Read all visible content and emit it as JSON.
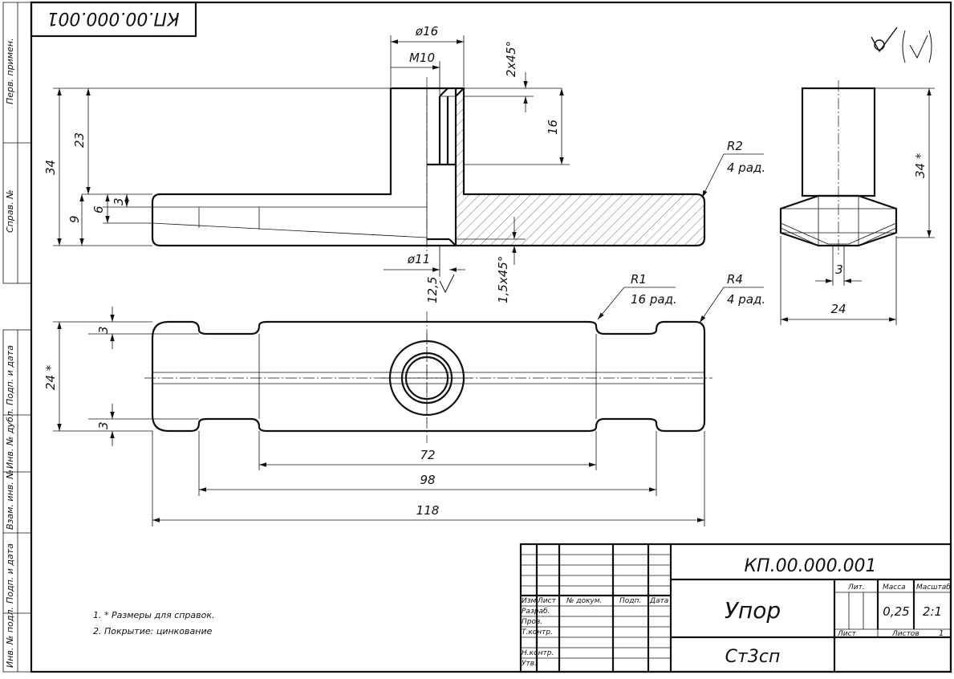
{
  "designation": "КП.00.000.001",
  "designation_rotated": "КП.00.000.001",
  "part_name": "Упор",
  "material": "Ст3сп",
  "side_stamp": {
    "perv_primen": "Перв. примен.",
    "sprav_no": "Справ. №",
    "podp_data_1": "Подп. и дата",
    "inv_dubl": "Инв. № дубл.",
    "vzam_inv": "Взам. инв. №",
    "podp_data_2": "Подп. и дата",
    "inv_podl": "Инв. № подл."
  },
  "title_block": {
    "col_izm": "Изм.",
    "col_list": "Лист",
    "col_dokum": "№ докум.",
    "col_podp": "Подп.",
    "col_data": "Дата",
    "row_razrab": "Разраб.",
    "row_prov": "Пров.",
    "row_tkontr": "Т.контр.",
    "row_nkontr": "Н.контр.",
    "row_utv": "Утв.",
    "h_lit": "Лит.",
    "h_massa": "Масса",
    "h_masshtab": "Масштаб",
    "massa": "0,25",
    "masshtab": "2:1",
    "list_label": "Лист",
    "listov_label": "Листов",
    "listov": "1"
  },
  "notes": {
    "n1": "1. * Размеры для справок.",
    "n2": "2. Покрытие: цинкование"
  },
  "dims": {
    "d16": "ø16",
    "m10": "M10",
    "ch2": "2х45°",
    "h16": "16",
    "h34": "34",
    "h23": "23",
    "h9": "9",
    "h6": "6",
    "h3a": "3",
    "d11": "ø11",
    "rough": "12,5",
    "ch15": "1,5х45°",
    "r2": "R2",
    "r2n": "4 рад.",
    "r1": "R1",
    "r1n": "16 рад.",
    "r4": "R4",
    "r4n": "4 рад.",
    "top3a": "3",
    "top3b": "3",
    "w24s": "24 *",
    "l72": "72",
    "l98": "98",
    "l118": "118",
    "s34": "34 *",
    "s3": "3",
    "s24": "24"
  }
}
